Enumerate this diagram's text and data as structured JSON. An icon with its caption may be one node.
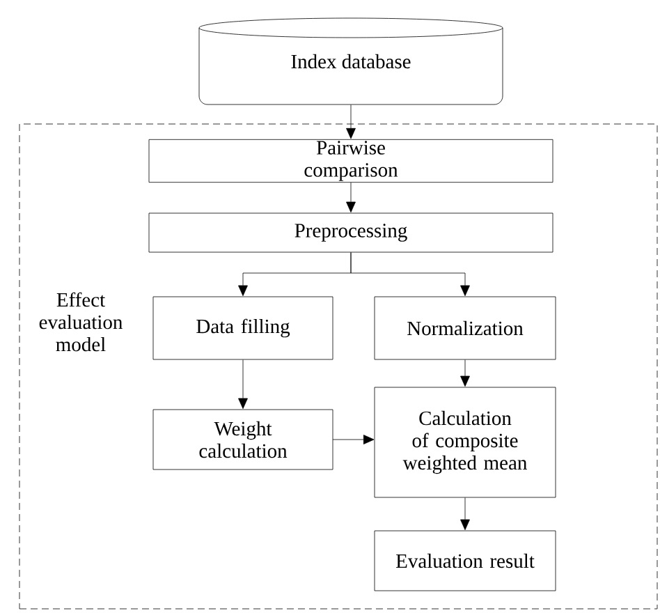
{
  "diagram": {
    "nodes": [
      {
        "text": [
          "Index database"
        ]
      },
      {
        "text": [
          "Effect evaluation model"
        ]
      },
      {
        "text": [
          "Pairwise comparison"
        ],
        "in": 1
      },
      {
        "text": [
          "Preprocessing"
        ],
        "in": 1
      },
      {
        "text": [
          "Data filling"
        ],
        "in": 1
      },
      {
        "text": [
          "Normalization"
        ],
        "in": 1
      },
      {
        "text": [
          "Weight calculation"
        ],
        "in": 1
      },
      {
        "text": [
          "Calculation of composite weighted mean"
        ],
        "in": 1
      },
      {
        "text": [
          "Evaluation result"
        ],
        "in": 1
      }
    ],
    "edges": [
      {
        "from": 0,
        "to": 2,
        "arrow": "to"
      },
      {
        "from": 2,
        "to": 3,
        "arrow": "to"
      },
      {
        "from": 3,
        "to": 4,
        "arrow": "to"
      },
      {
        "from": 3,
        "to": 5,
        "arrow": "to"
      },
      {
        "from": 4,
        "to": 6,
        "arrow": "to"
      },
      {
        "from": 5,
        "to": 7,
        "arrow": "to"
      },
      {
        "from": 6,
        "to": 7,
        "arrow": "to"
      },
      {
        "from": 7,
        "to": 8,
        "arrow": "to"
      }
    ]
  }
}
